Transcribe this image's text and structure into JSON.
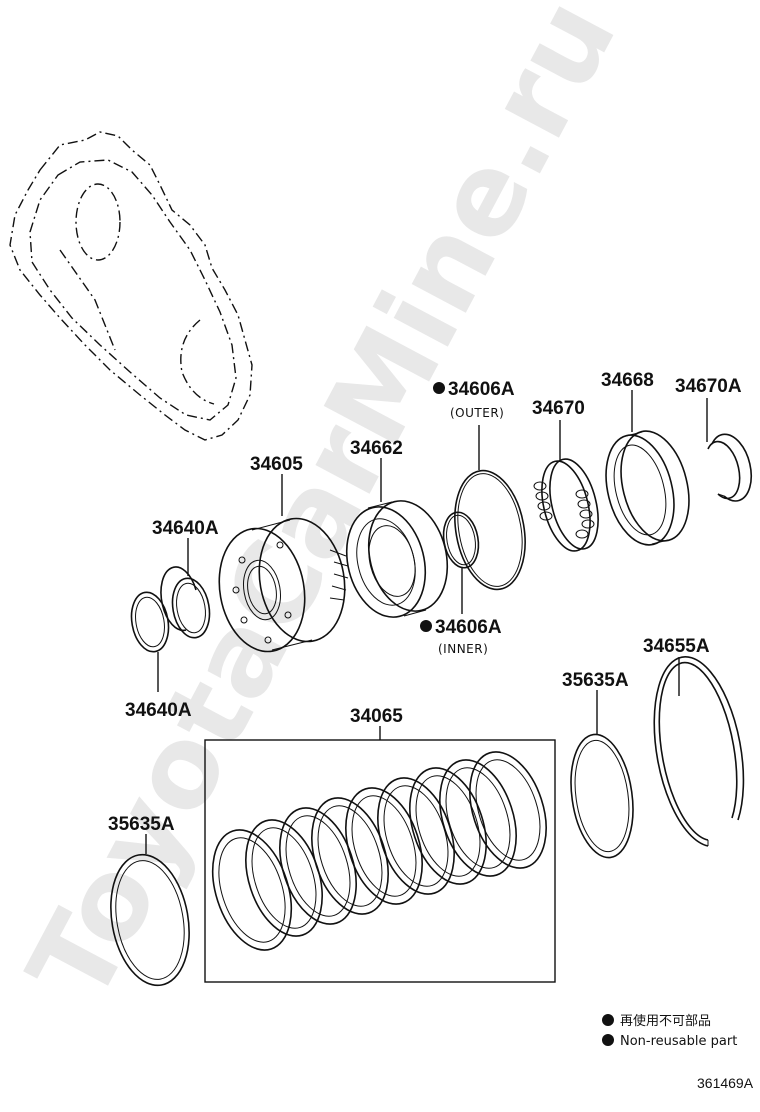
{
  "watermark": "ToyotaCarMine.ru",
  "callouts": {
    "p34606A_outer": "34606A",
    "outer_note": "(OUTER)",
    "p34670": "34670",
    "p34668": "34668",
    "p34670A": "34670A",
    "p34662": "34662",
    "p34605": "34605",
    "p34640A_top": "34640A",
    "p34640A_bottom": "34640A",
    "p34606A_inner": "34606A",
    "inner_note": "(INNER)",
    "p35635A_right": "35635A",
    "p34655A": "34655A",
    "p34065": "34065",
    "p35635A_left": "35635A"
  },
  "legend": {
    "jp": "再使用不可部品",
    "en": "Non-reusable part"
  },
  "figure_code": "361469A"
}
